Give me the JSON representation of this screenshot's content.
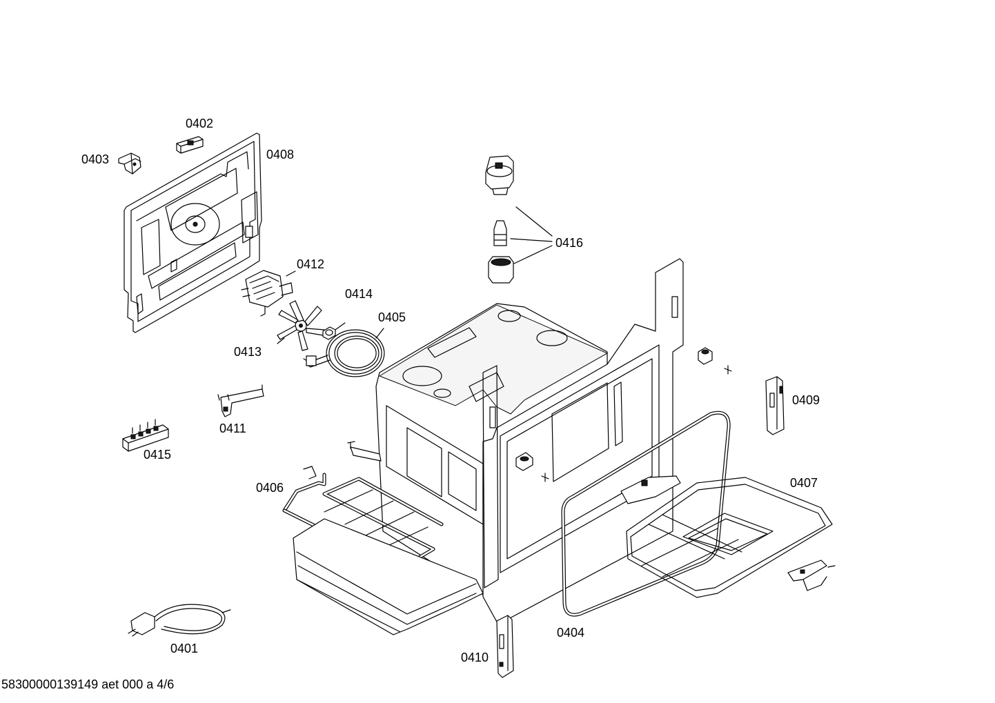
{
  "diagram": {
    "labels": {
      "l0401": "0401",
      "l0402": "0402",
      "l0403": "0403",
      "l0404": "0404",
      "l0405": "0405",
      "l0406": "0406",
      "l0407": "0407",
      "l0408": "0408",
      "l0409": "0409",
      "l0410": "0410",
      "l0411": "0411",
      "l0412": "0412",
      "l0413": "0413",
      "l0414": "0414",
      "l0415": "0415",
      "l0416": "0416"
    },
    "footer": "58300000139149 aet 000 a 4/6"
  }
}
